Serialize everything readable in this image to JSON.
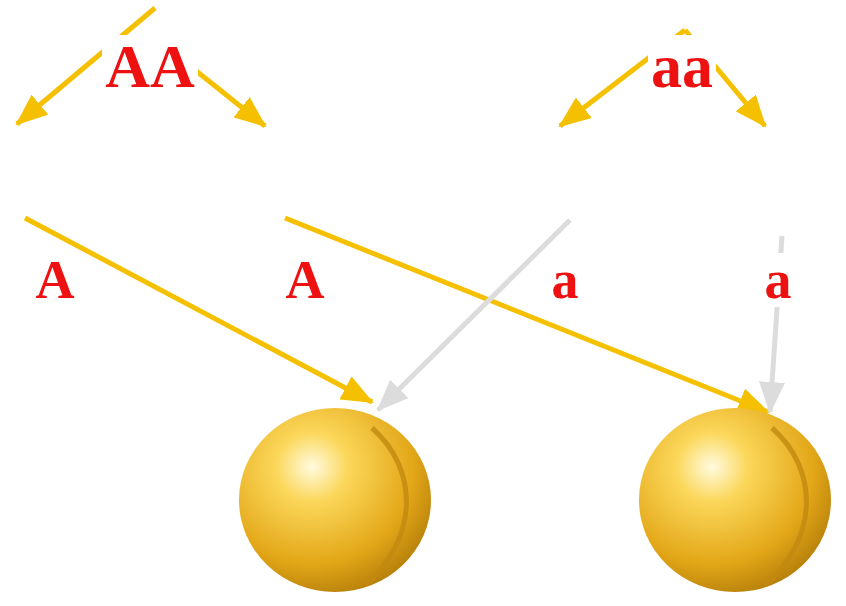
{
  "diagram": {
    "labels": [
      "AA",
      "aa",
      "A",
      "A",
      "a",
      "a"
    ]
  }
}
